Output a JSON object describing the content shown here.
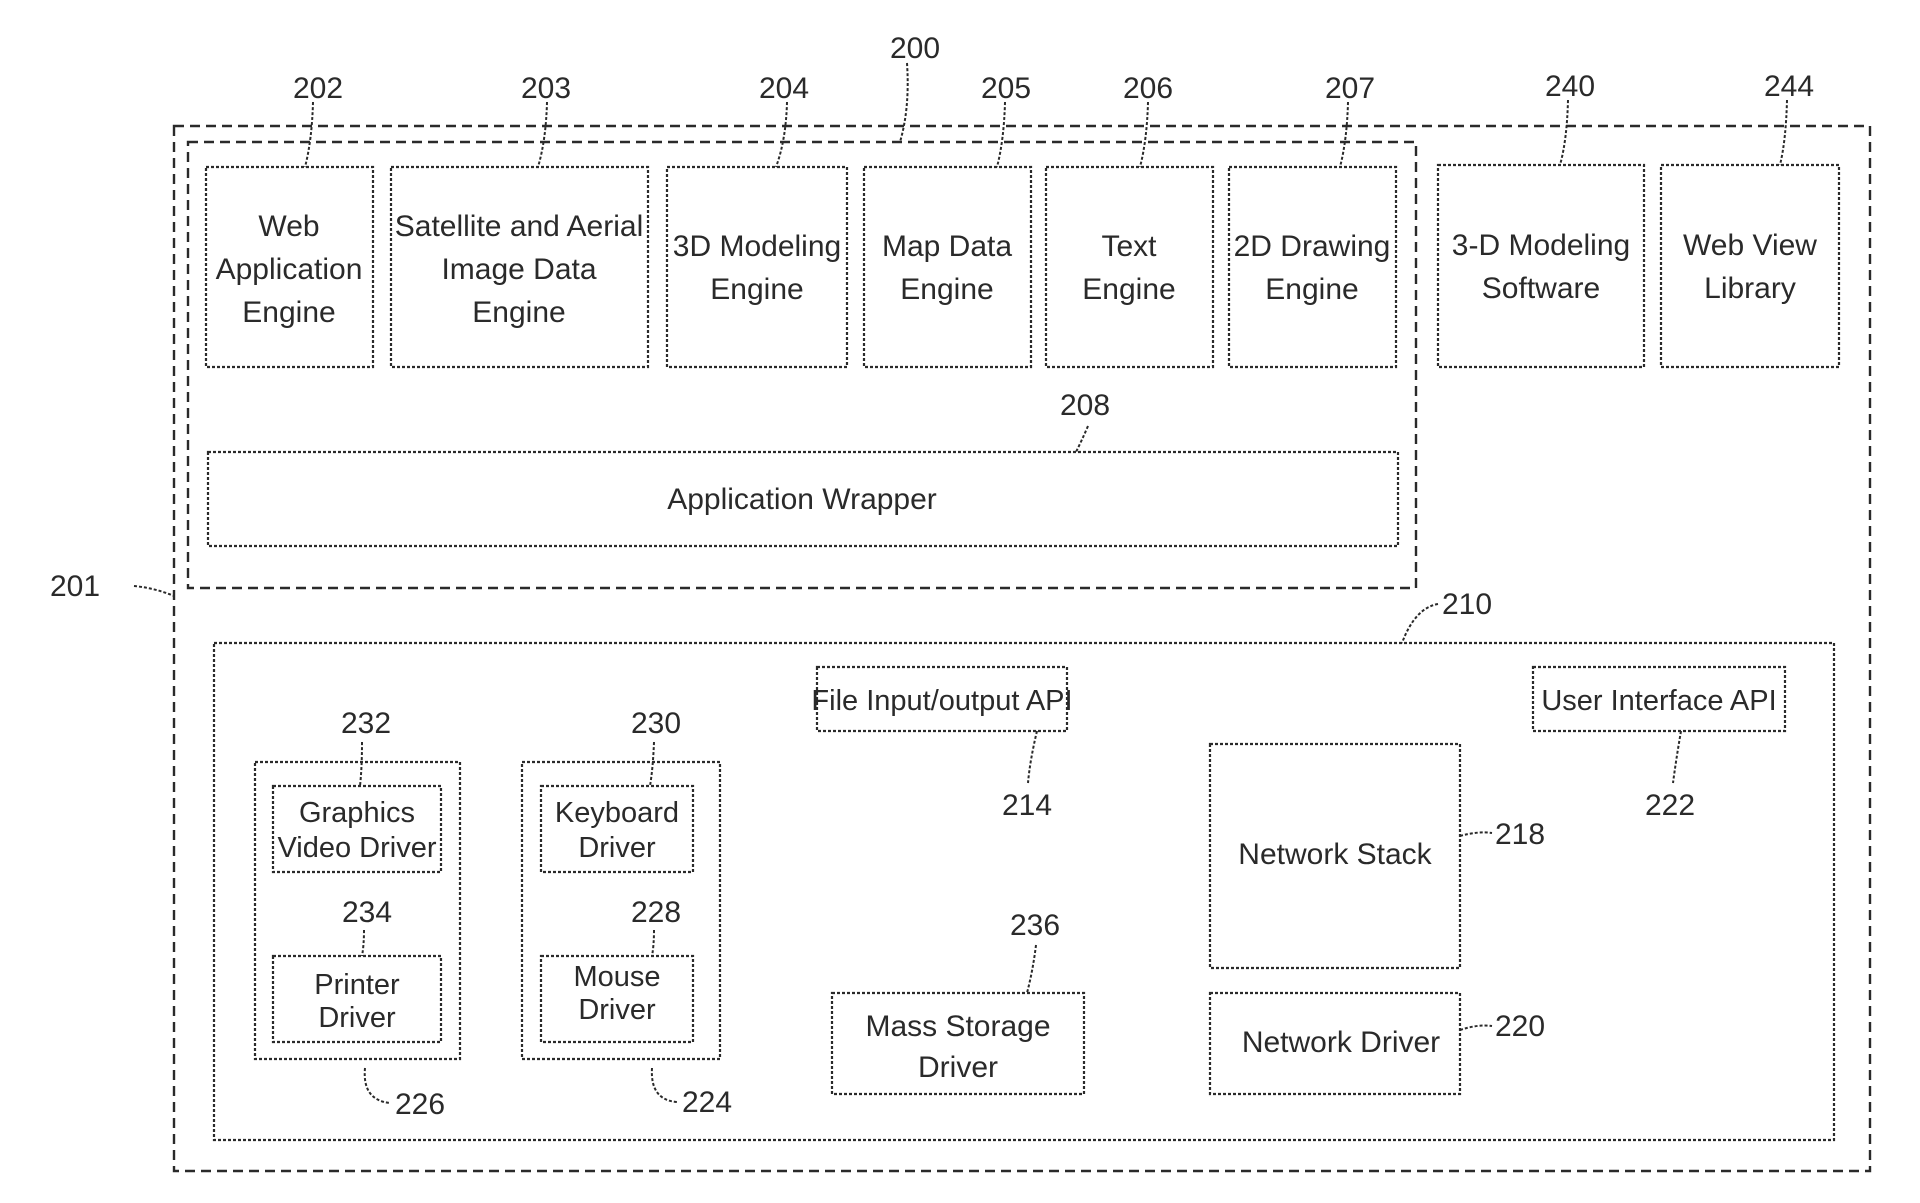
{
  "refs": {
    "r200": "200",
    "r201": "201",
    "r202": "202",
    "r203": "203",
    "r204": "204",
    "r205": "205",
    "r206": "206",
    "r207": "207",
    "r208": "208",
    "r210": "210",
    "r214": "214",
    "r218": "218",
    "r220": "220",
    "r222": "222",
    "r224": "224",
    "r226": "226",
    "r228": "228",
    "r230": "230",
    "r232": "232",
    "r234": "234",
    "r236": "236",
    "r240": "240",
    "r244": "244"
  },
  "engines": {
    "web_app": [
      "Web",
      "Application",
      "Engine"
    ],
    "satellite": [
      "Satellite and Aerial",
      "Image Data",
      "Engine"
    ],
    "modeling3d": [
      "3D Modeling",
      "Engine"
    ],
    "map_data": [
      "Map Data",
      "Engine"
    ],
    "text": [
      "Text",
      "Engine"
    ],
    "drawing2d": [
      "2D Drawing",
      "Engine"
    ]
  },
  "app_wrapper": "Application Wrapper",
  "software": {
    "modeling_3d_software": [
      "3-D Modeling",
      "Software"
    ],
    "web_view_library": [
      "Web View",
      "Library"
    ]
  },
  "os": {
    "file_io_api": "File Input/output API",
    "user_interface_api": "User Interface API",
    "network_stack": "Network Stack",
    "network_driver": "Network Driver",
    "mass_storage_driver": [
      "Mass Storage",
      "Driver"
    ],
    "graphics_video_driver": [
      "Graphics",
      "Video Driver"
    ],
    "printer_driver": [
      "Printer",
      "Driver"
    ],
    "keyboard_driver": [
      "Keyboard",
      "Driver"
    ],
    "mouse_driver": [
      "Mouse",
      "Driver"
    ]
  }
}
